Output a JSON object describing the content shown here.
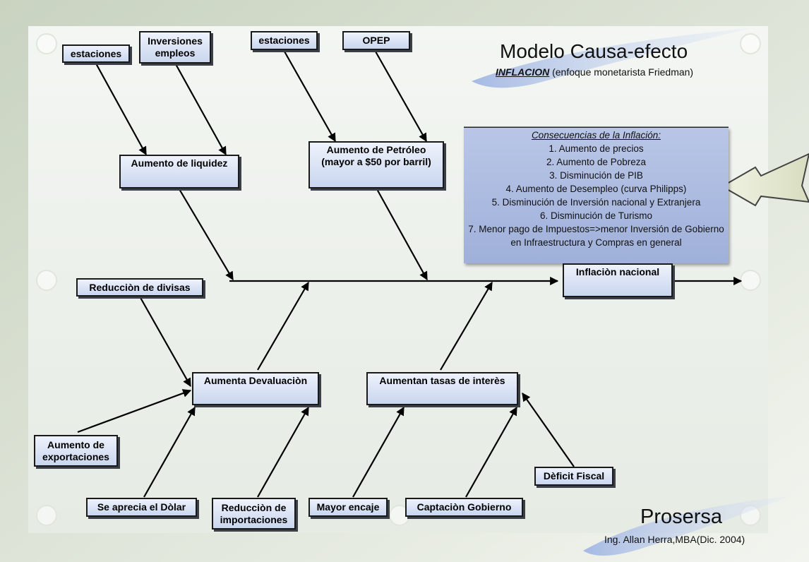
{
  "header": {
    "title": "Modelo Causa-efecto",
    "subtitle_keyword": "INFLACION",
    "subtitle_rest": " (enfoque monetarista Friedman)"
  },
  "effect": "Inflaciòn nacional",
  "causes_top": {
    "liquidez": {
      "label": "Aumento de liquidez",
      "subcauses": [
        "estaciones",
        "Inversiones\nempleos"
      ]
    },
    "petroleo": {
      "label": "Aumento de Petróleo\n(mayor a $50 por barril)",
      "subcauses": [
        "estaciones",
        "OPEP"
      ]
    }
  },
  "causes_bottom": {
    "devaluacion": {
      "label": "Aumenta Devaluaciòn",
      "subcauses": [
        "Reducciòn de divisas",
        "Aumento de\nexportaciones",
        "Se aprecia el Dòlar",
        "Reducciòn de\nimportaciones"
      ]
    },
    "tasas": {
      "label": "Aumentan tasas de interès",
      "subcauses": [
        "Mayor encaje",
        "Captaciòn Gobierno",
        "Dèficit Fiscal"
      ]
    }
  },
  "consequences": {
    "title": "Consecuencias de la Inflación:",
    "items": [
      "1. Aumento de precios",
      "2. Aumento de Pobreza",
      "3. Disminución de PIB",
      "4. Aumento de Desempleo (curva Philipps)",
      "5. Disminución de Inversión nacional y Extranjera",
      "6. Disminución de Turismo",
      "7. Menor pago de Impuestos=>menor Inversión de Gobierno en Infraestructura y Compras en general"
    ]
  },
  "footer": {
    "brand": "Prosersa",
    "author": "Ing. Allan Herra,MBA(Dic. 2004)"
  }
}
